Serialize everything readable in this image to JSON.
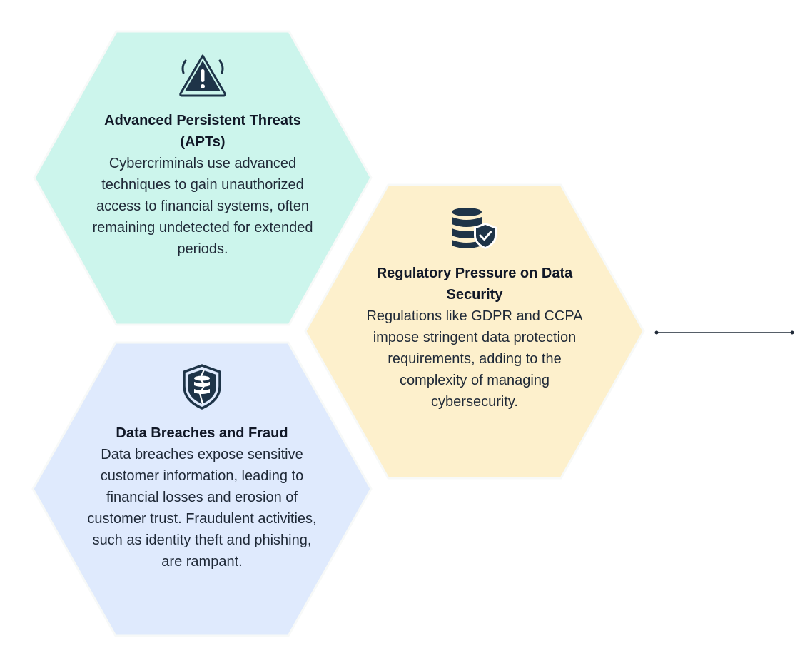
{
  "cards": [
    {
      "id": "apt",
      "icon": "alert-triangle-icon",
      "fill": "#CCF5EC",
      "title": "Advanced Persistent Threats (APTs)",
      "description": "Cybercriminals use advanced techniques to gain unauthorized access to financial systems, often remaining undetected for extended periods."
    },
    {
      "id": "regulatory",
      "icon": "database-shield-icon",
      "fill": "#FDF0CC",
      "title": "Regulatory Pressure on Data Security",
      "description": "Regulations like GDPR and CCPA impose stringent data protection requirements, adding to the complexity of managing cybersecurity."
    },
    {
      "id": "breach",
      "icon": "broken-shield-database-icon",
      "fill": "#DFEAFD",
      "title": "Data Breaches and Fraud",
      "description": "Data breaches expose sensitive customer information, leading to financial losses and erosion of customer trust. Fraudulent activities, such as identity theft and phishing, are rampant."
    }
  ],
  "colors": {
    "icon": "#1E3448",
    "hex_border": "#F7F9F8",
    "connector": "#1f2937"
  }
}
